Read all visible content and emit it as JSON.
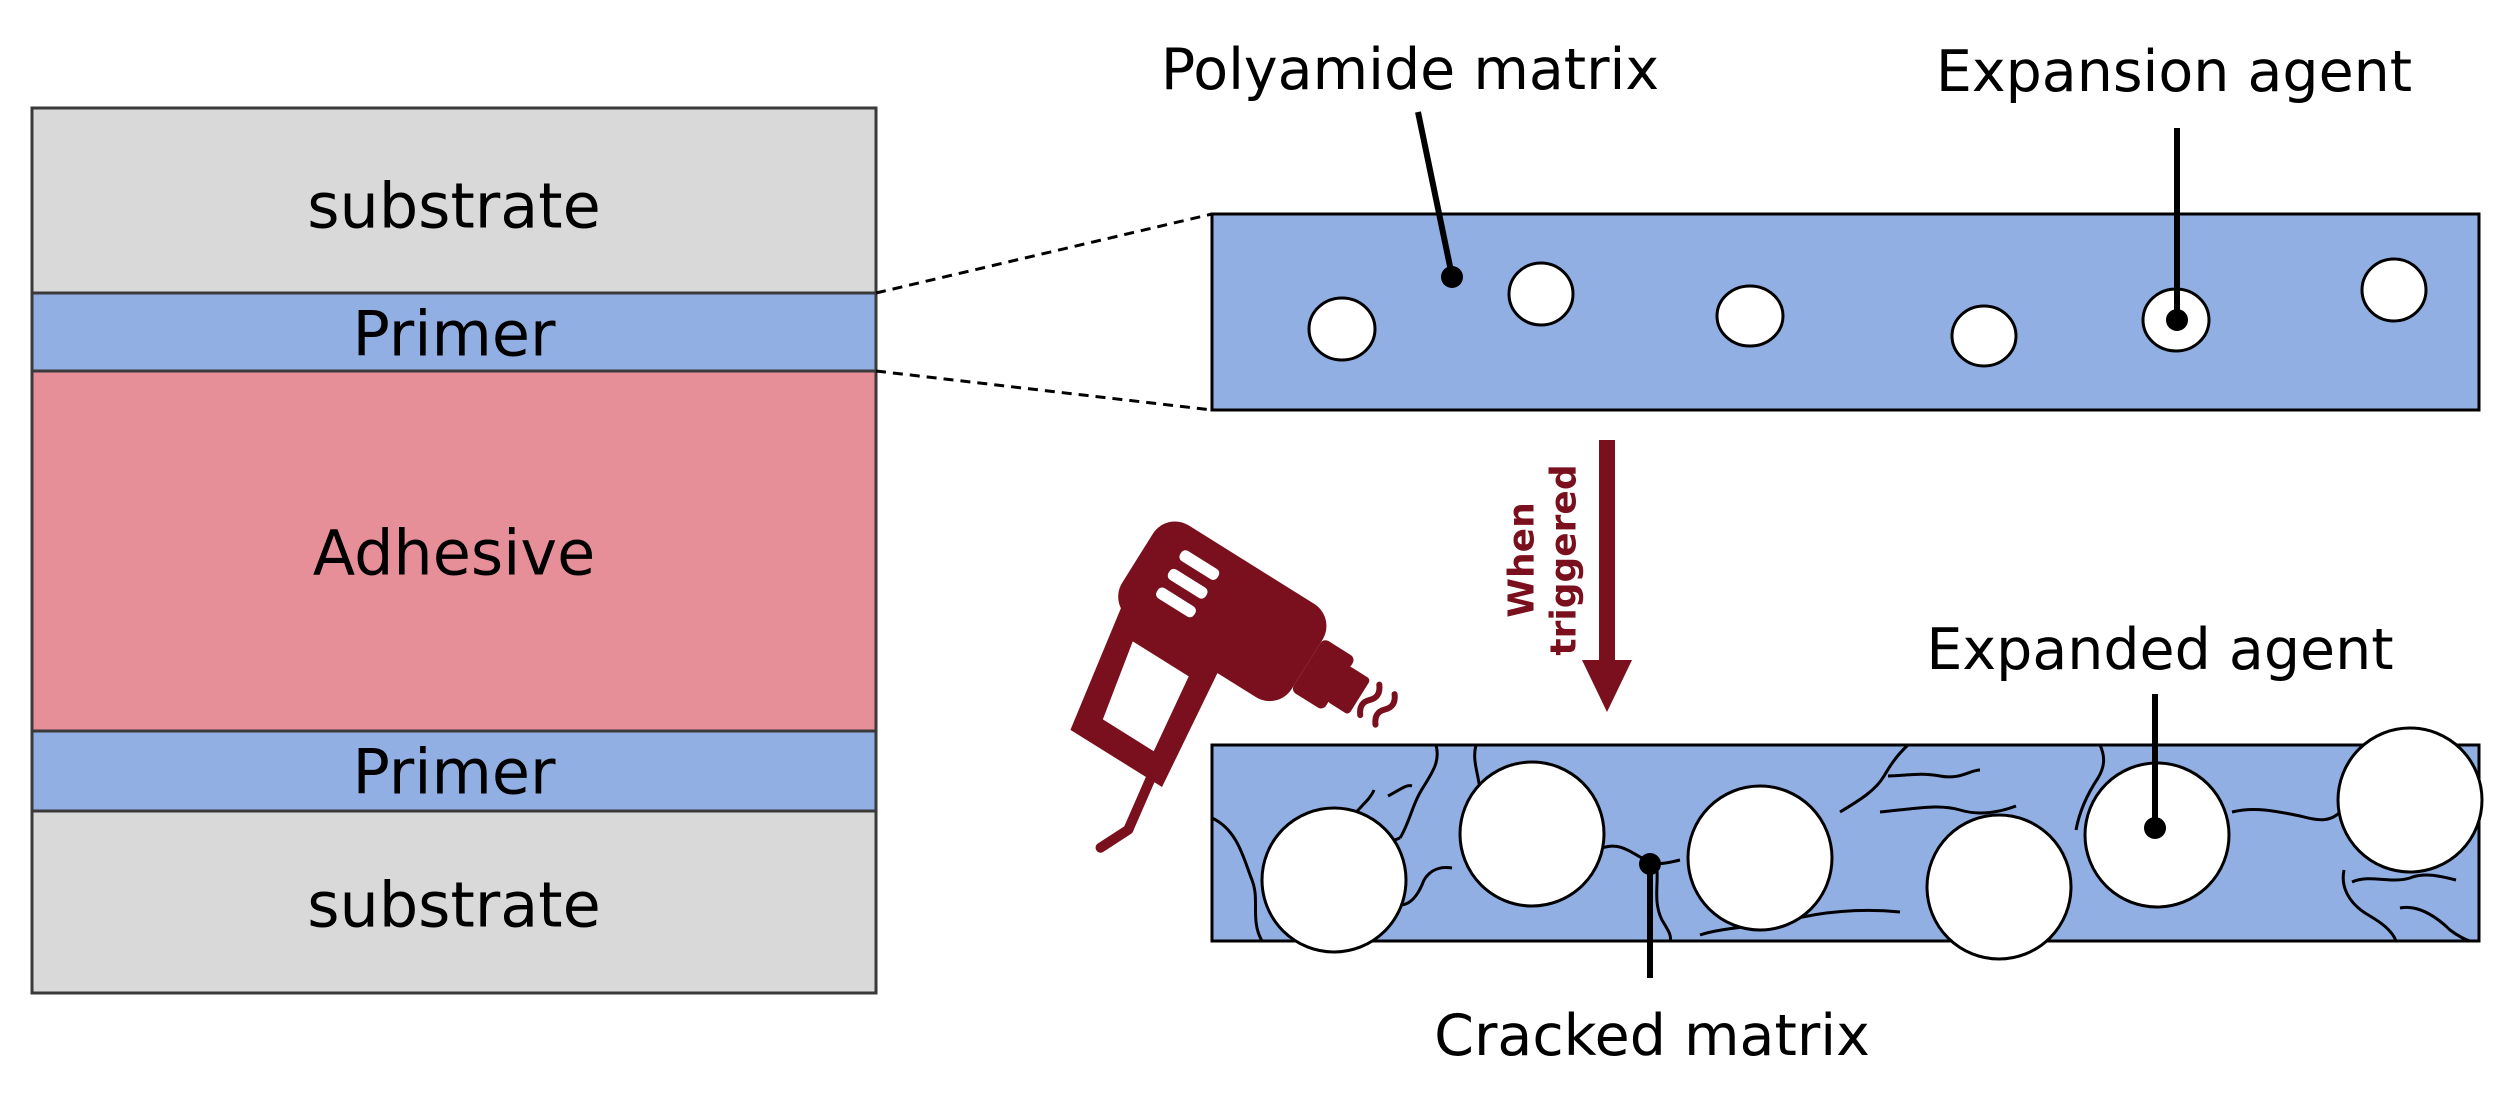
{
  "stack": {
    "substrate_top": "substrate",
    "primer_top": "Primer",
    "adhesive": "Adhesive",
    "primer_bottom": "Primer",
    "substrate_bottom": "substrate"
  },
  "labels": {
    "polyamide_matrix": "Polyamide matrix",
    "expansion_agent": "Expansion agent",
    "expanded_agent": "Expanded agent",
    "cracked_matrix": "Cracked matrix",
    "trigger_line1": "When",
    "trigger_line2": "triggered"
  },
  "icons": {
    "trigger_tool": "heat-gun-icon"
  },
  "colors": {
    "substrate": "#d9d9d9",
    "primer": "#92afe3",
    "adhesive": "#e78f99",
    "accent": "#7a0f1d"
  }
}
